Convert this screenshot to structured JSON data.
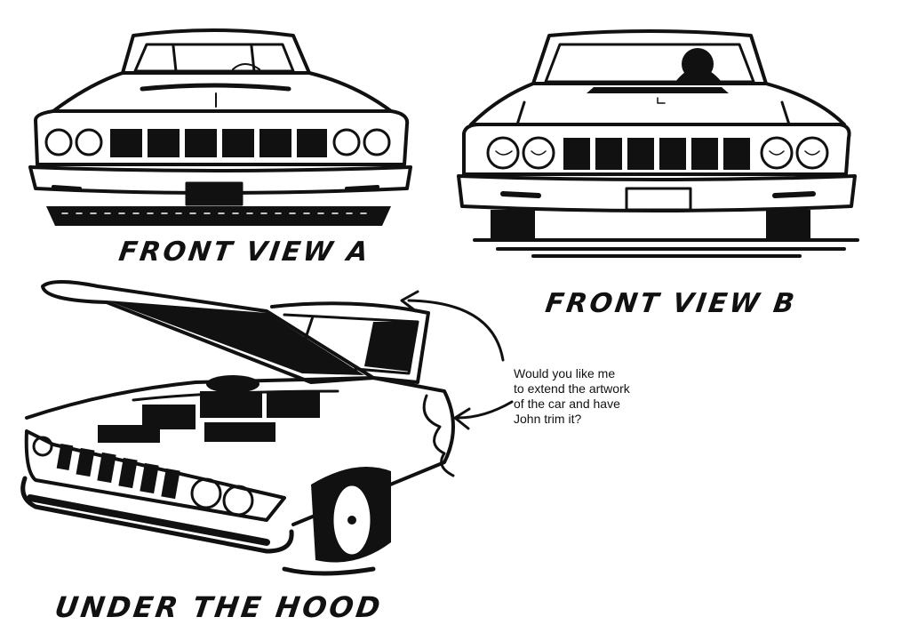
{
  "labels": {
    "front_a": "FRONT VIEW A",
    "front_b": "FRONT VIEW B",
    "under_hood": "UNDER THE HOOD"
  },
  "note": {
    "lines": [
      "Would you like me",
      "to extend the artwork",
      "of the car and have",
      "John trim it?"
    ]
  },
  "colors": {
    "ink": "#111111",
    "paper": "#ffffff"
  }
}
